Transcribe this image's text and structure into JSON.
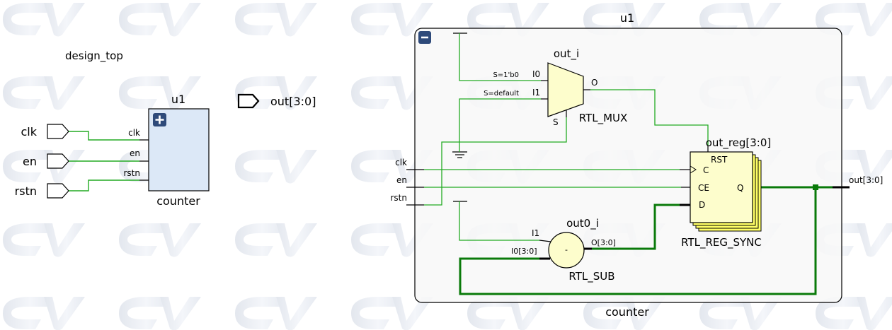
{
  "watermark": {
    "text": "CV"
  },
  "colors": {
    "net": "#22aa22",
    "bus": "#0a7a0a",
    "block_fill": "#dce8f7",
    "frame_fill": "#f8f8f8",
    "cell_fill": "#fdfdcc",
    "reg_stack_fill": "#ffff66",
    "button_fill": "#2e4a7a"
  },
  "top": {
    "title": "design_top",
    "inputs": [
      "clk",
      "en",
      "rstn"
    ],
    "output": "out[3:0]",
    "block": {
      "instance": "u1",
      "type": "counter",
      "expand_icon": "plus-icon",
      "pins": [
        "clk",
        "en",
        "rstn"
      ]
    }
  },
  "expanded": {
    "instance": "u1",
    "type": "counter",
    "collapse_icon": "minus-icon",
    "ports_in": [
      "clk",
      "en",
      "rstn"
    ],
    "port_out": "out[3:0]",
    "mux": {
      "instance": "out_i",
      "type": "RTL_MUX",
      "pin_i0": "I0",
      "pin_i1": "I1",
      "pin_o": "O",
      "pin_s": "S",
      "cond_i0": "S=1'b0",
      "cond_i1": "S=default"
    },
    "reg": {
      "instance": "out_reg[3:0]",
      "type": "RTL_REG_SYNC",
      "pin_rst": "RST",
      "pin_c": "C",
      "pin_ce": "CE",
      "pin_d": "D",
      "pin_q": "Q"
    },
    "sub": {
      "instance": "out0_i",
      "type": "RTL_SUB",
      "symbol": "-",
      "pin_i1": "I1",
      "pin_i0": "I0[3:0]",
      "pin_o": "O[3:0]"
    }
  }
}
